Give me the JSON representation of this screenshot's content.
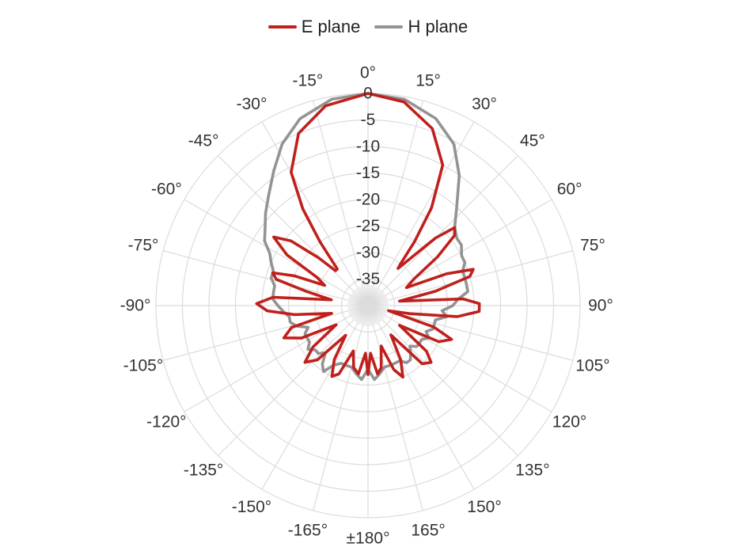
{
  "chart_data": {
    "type": "polar-line",
    "angle_ticks": [
      0,
      15,
      30,
      45,
      60,
      75,
      90,
      105,
      120,
      135,
      150,
      165,
      180,
      -165,
      -150,
      -135,
      -120,
      -105,
      -90,
      -75,
      -60,
      -45,
      -30,
      -15
    ],
    "angle_labels": [
      "0°",
      "15°",
      "30°",
      "45°",
      "60°",
      "75°",
      "90°",
      "105°",
      "120°",
      "135°",
      "150°",
      "165°",
      "±180°",
      "-165°",
      "-150°",
      "-135°",
      "-120°",
      "-105°",
      "-90°",
      "-75°",
      "-60°",
      "-45°",
      "-30°",
      "-15°"
    ],
    "radial_ticks": [
      0,
      -5,
      -10,
      -15,
      -20,
      -25,
      -30,
      -35
    ],
    "radial_labels": [
      "0",
      "-5",
      "-10",
      "-15",
      "-20",
      "-25",
      "-30",
      "-35"
    ],
    "rlim": [
      -40,
      0
    ],
    "grid": true,
    "legend_position": "top-center",
    "series": [
      {
        "name": "E plane",
        "color": "#C0201C",
        "points": [
          [
            0,
            0
          ],
          [
            10,
            -1
          ],
          [
            20,
            -4.5
          ],
          [
            28,
            -10
          ],
          [
            33,
            -18
          ],
          [
            36,
            -25
          ],
          [
            38,
            -30
          ],
          [
            39,
            -31
          ],
          [
            45,
            -22
          ],
          [
            48,
            -18
          ],
          [
            51,
            -19
          ],
          [
            55,
            -24
          ],
          [
            60,
            -30
          ],
          [
            65,
            -32
          ],
          [
            68,
            -24
          ],
          [
            71,
            -19
          ],
          [
            74,
            -20
          ],
          [
            78,
            -27
          ],
          [
            82,
            -34
          ],
          [
            86,
            -22
          ],
          [
            89,
            -19
          ],
          [
            93,
            -19
          ],
          [
            97,
            -23
          ],
          [
            101,
            -32
          ],
          [
            104,
            -36
          ],
          [
            108,
            -27
          ],
          [
            112,
            -23
          ],
          [
            117,
            -25
          ],
          [
            122,
            -33
          ],
          [
            128,
            -26
          ],
          [
            132,
            -24
          ],
          [
            137,
            -25
          ],
          [
            142,
            -33
          ],
          [
            149,
            -28
          ],
          [
            154,
            -25
          ],
          [
            158,
            -27
          ],
          [
            162,
            -32
          ],
          [
            168,
            -28
          ],
          [
            172,
            -27
          ],
          [
            177,
            -31
          ],
          [
            180,
            -27
          ],
          [
            -177,
            -31
          ],
          [
            -172,
            -27
          ],
          [
            -167,
            -28
          ],
          [
            -162,
            -31
          ],
          [
            -157,
            -26
          ],
          [
            -153,
            -25
          ],
          [
            -148,
            -28
          ],
          [
            -143,
            -33
          ],
          [
            -137,
            -26
          ],
          [
            -132,
            -24
          ],
          [
            -127,
            -27
          ],
          [
            -121,
            -33
          ],
          [
            -116,
            -26
          ],
          [
            -111,
            -23
          ],
          [
            -106,
            -25
          ],
          [
            -102,
            -33
          ],
          [
            -97,
            -26
          ],
          [
            -93,
            -21
          ],
          [
            -89,
            -19
          ],
          [
            -85,
            -22
          ],
          [
            -81,
            -33
          ],
          [
            -77,
            -28
          ],
          [
            -74,
            -22
          ],
          [
            -71,
            -21
          ],
          [
            -68,
            -25
          ],
          [
            -65,
            -31
          ],
          [
            -61,
            -29
          ],
          [
            -58,
            -22
          ],
          [
            -54,
            -18
          ],
          [
            -50,
            -21
          ],
          [
            -46,
            -27
          ],
          [
            -43,
            -31
          ],
          [
            -40,
            -31
          ],
          [
            -37,
            -25
          ],
          [
            -34,
            -18
          ],
          [
            -30,
            -11
          ],
          [
            -22,
            -5
          ],
          [
            -12,
            -1.5
          ],
          [
            0,
            0
          ]
        ]
      },
      {
        "name": "H plane",
        "color": "#939393",
        "points": [
          [
            0,
            0
          ],
          [
            10,
            -0.5
          ],
          [
            20,
            -2.5
          ],
          [
            28,
            -5.5
          ],
          [
            35,
            -10
          ],
          [
            42,
            -15
          ],
          [
            48,
            -18
          ],
          [
            53,
            -19
          ],
          [
            57,
            -19
          ],
          [
            62,
            -20
          ],
          [
            66,
            -20
          ],
          [
            70,
            -21
          ],
          [
            74,
            -21
          ],
          [
            78,
            -21
          ],
          [
            82,
            -21
          ],
          [
            86,
            -23
          ],
          [
            90,
            -24
          ],
          [
            94,
            -26
          ],
          [
            98,
            -25
          ],
          [
            102,
            -27
          ],
          [
            106,
            -27
          ],
          [
            110,
            -27
          ],
          [
            114,
            -28
          ],
          [
            118,
            -27
          ],
          [
            122,
            -28
          ],
          [
            126,
            -28
          ],
          [
            130,
            -28
          ],
          [
            134,
            -29
          ],
          [
            138,
            -28
          ],
          [
            142,
            -27
          ],
          [
            146,
            -27
          ],
          [
            150,
            -28
          ],
          [
            155,
            -28
          ],
          [
            160,
            -28
          ],
          [
            165,
            -28
          ],
          [
            170,
            -27
          ],
          [
            175,
            -26
          ],
          [
            180,
            -28
          ],
          [
            -175,
            -26
          ],
          [
            -170,
            -27
          ],
          [
            -165,
            -28
          ],
          [
            -160,
            -28
          ],
          [
            -155,
            -28
          ],
          [
            -150,
            -27
          ],
          [
            -146,
            -25
          ],
          [
            -142,
            -26
          ],
          [
            -138,
            -28
          ],
          [
            -134,
            -27
          ],
          [
            -130,
            -27
          ],
          [
            -126,
            -26
          ],
          [
            -122,
            -27
          ],
          [
            -118,
            -27
          ],
          [
            -114,
            -27
          ],
          [
            -110,
            -28
          ],
          [
            -106,
            -26
          ],
          [
            -102,
            -25
          ],
          [
            -98,
            -25
          ],
          [
            -94,
            -24
          ],
          [
            -90,
            -23
          ],
          [
            -86,
            -22
          ],
          [
            -82,
            -22
          ],
          [
            -78,
            -22
          ],
          [
            -74,
            -21
          ],
          [
            -70,
            -21
          ],
          [
            -66,
            -20
          ],
          [
            -62,
            -19
          ],
          [
            -58,
            -17
          ],
          [
            -54,
            -16
          ],
          [
            -48,
            -14
          ],
          [
            -42,
            -12
          ],
          [
            -35,
            -9
          ],
          [
            -28,
            -5.5
          ],
          [
            -20,
            -2.5
          ],
          [
            -10,
            -0.5
          ],
          [
            0,
            0
          ]
        ]
      }
    ]
  }
}
